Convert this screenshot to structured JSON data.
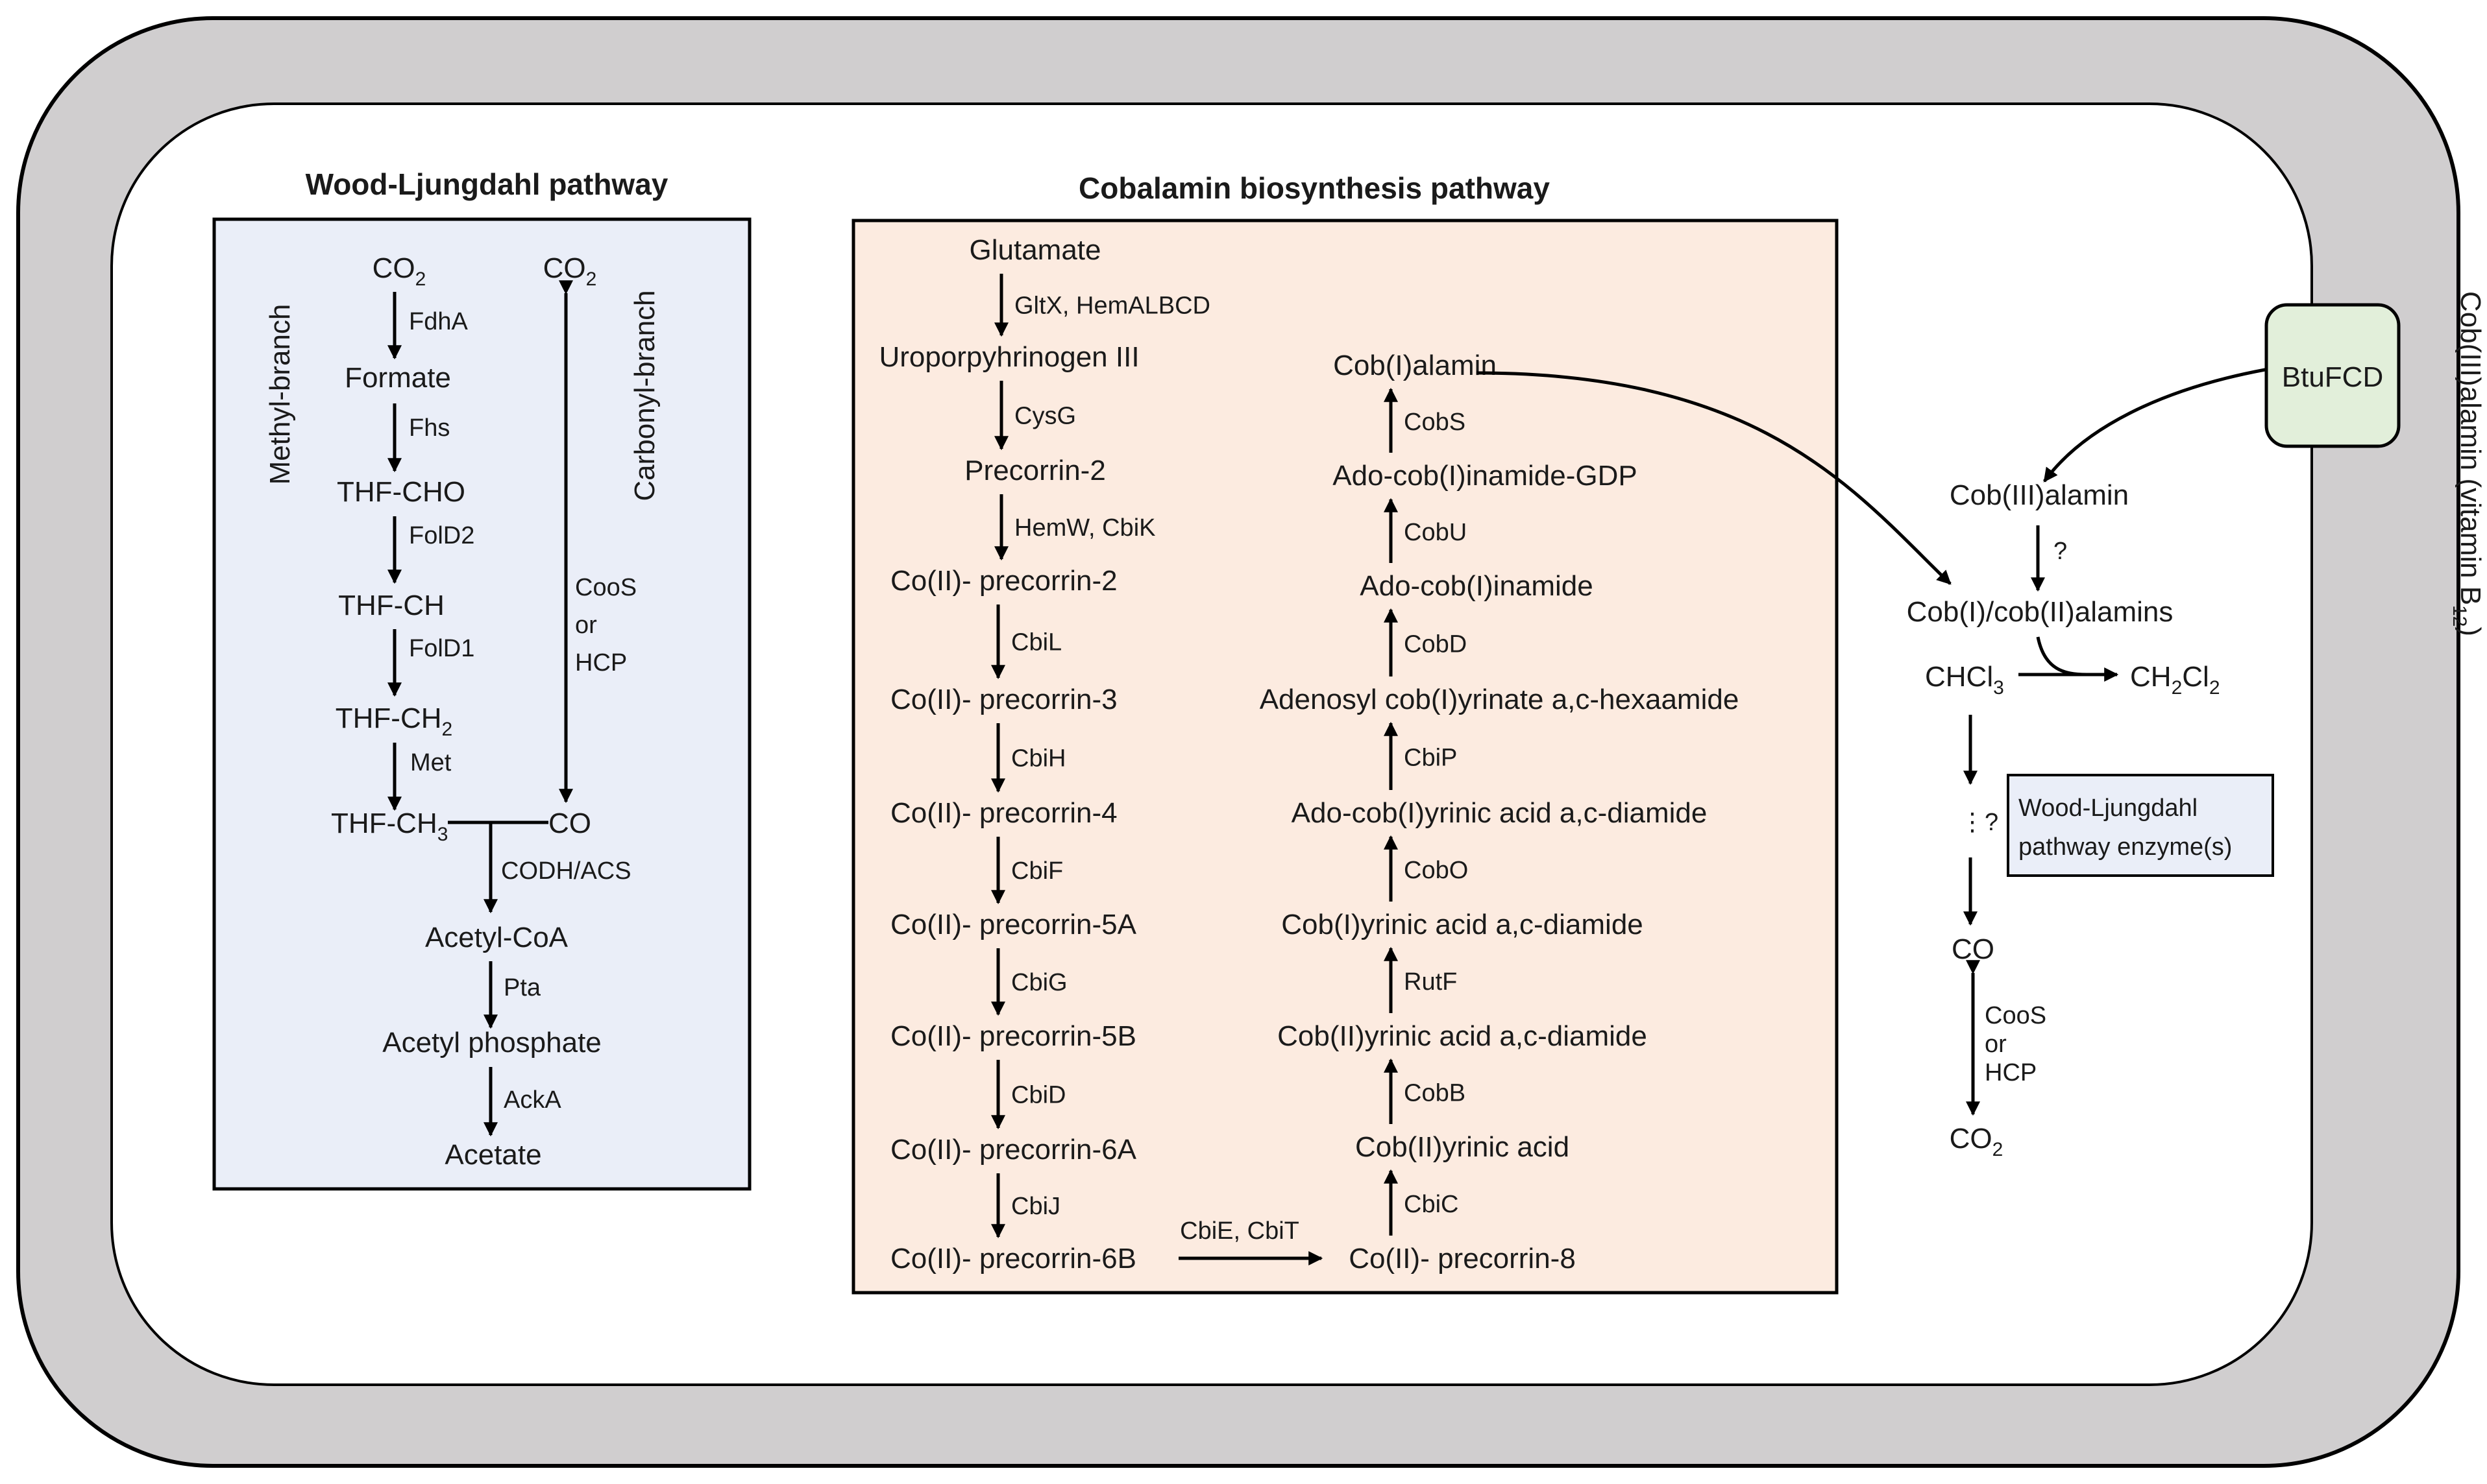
{
  "wood_ljungdahl": {
    "title": "Wood-Ljungdahl  pathway",
    "methyl_branch_label": "Methyl-branch",
    "carbonyl_branch_label": "Carbonyl-branch",
    "co2_methyl": "CO",
    "co2_methyl_sub": "2",
    "formate": "Formate",
    "thf_cho": "THF-CHO",
    "thf_ch": "THF-CH",
    "thf_ch2": "THF-CH",
    "thf_ch2_sub": "2",
    "thf_ch3": "THF-CH",
    "thf_ch3_sub": "3",
    "co2_carbonyl": "CO",
    "co2_carbonyl_sub": "2",
    "co": "CO",
    "acetyl_coa": "Acetyl-CoA",
    "acetyl_phosphate": "Acetyl phosphate",
    "acetate": "Acetate",
    "enzymes": {
      "fdha": "FdhA",
      "fhs": "Fhs",
      "fold2": "FolD2",
      "fold1": "FolD1",
      "met": "Met",
      "coos_1": "CooS",
      "coos_2": "or",
      "coos_3": "HCP",
      "codh": "CODH/ACS",
      "pta": "Pta",
      "acka": "AckA"
    }
  },
  "cobalamin": {
    "title": "Cobalamin  biosynthesis pathway",
    "left_column": [
      "Glutamate",
      "Uroporpyhrinogen III",
      "Precorrin-2",
      "Co(II)- precorrin-2",
      "Co(II)- precorrin-3",
      "Co(II)- precorrin-4",
      "Co(II)- precorrin-5A",
      "Co(II)- precorrin-5B",
      "Co(II)- precorrin-6A",
      "Co(II)- precorrin-6B"
    ],
    "left_enzymes": [
      "GltX, HemALBCD",
      "CysG",
      "HemW, CbiK",
      "CbiL",
      "CbiH",
      "CbiF",
      "CbiG",
      "CbiD",
      "CbiJ"
    ],
    "right_column": [
      "Co(II)- precorrin-8",
      "Cob(II)yrinic acid",
      "Cob(II)yrinic acid a,c-diamide",
      "Cob(I)yrinic acid a,c-diamide",
      "Ado-cob(I)yrinic acid a,c-diamide",
      "Adenosyl  cob(I)yrinate a,c-hexaamide",
      "Ado-cob(I)inamide",
      "Ado-cob(I)inamide-GDP",
      "Cob(I)alamin"
    ],
    "right_enzymes": [
      "CbiC",
      "CobB",
      "RutF",
      "CobO",
      "CbiP",
      "CobD",
      "CobU",
      "CobS"
    ],
    "bridge_enzyme": "CbiE, CbiT"
  },
  "right_panel": {
    "transporter": "BtuFCD",
    "vitamin_label": "Cob(III)alamin (vitamin B",
    "vitamin_sub": "12",
    "vitamin_close": ")",
    "cob3": "Cob(III)alamin",
    "question_1": "?",
    "cob_mixed": "Cob(I)/cob(II)alamins",
    "chcl3": "CHCl",
    "chcl3_sub": "3",
    "ch2cl2_a": "CH",
    "ch2cl2_sub1": "2",
    "ch2cl2_b": "Cl",
    "ch2cl2_sub2": "2",
    "dots_question": "⋮?",
    "wl_box_line1": "Wood-Ljungdahl",
    "wl_box_line2": "pathway enzyme(s)",
    "co": "CO",
    "coos_1": "CooS",
    "coos_2": "or",
    "coos_3": "HCP",
    "co2": "CO",
    "co2_sub": "2"
  },
  "colors": {
    "membrane": "#d0cecf",
    "cytoplasm": "#ffffff",
    "wl_box": "#eaeef8",
    "cobalamin_box": "#fcebe0",
    "transporter": "#e2efda"
  }
}
